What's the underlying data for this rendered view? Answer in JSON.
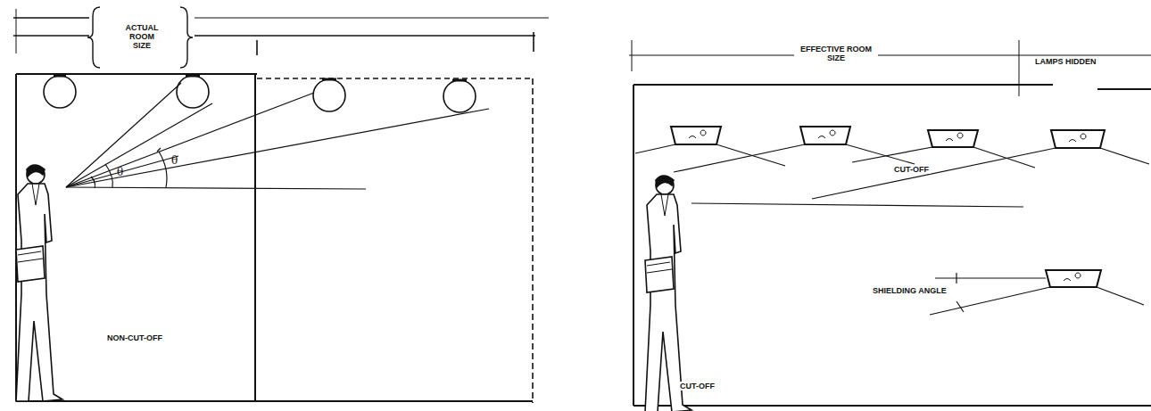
{
  "diagram": {
    "labels": [
      "ACTUAL ROOM SIZE",
      "θ",
      "θ",
      "NON-CUT-OFF",
      "EFFECTIVE ROOM SIZE",
      "LAMPS HIDDEN",
      "CUT-OFF",
      "SHIELDING ANGLE",
      "CUT-OFF"
    ]
  }
}
